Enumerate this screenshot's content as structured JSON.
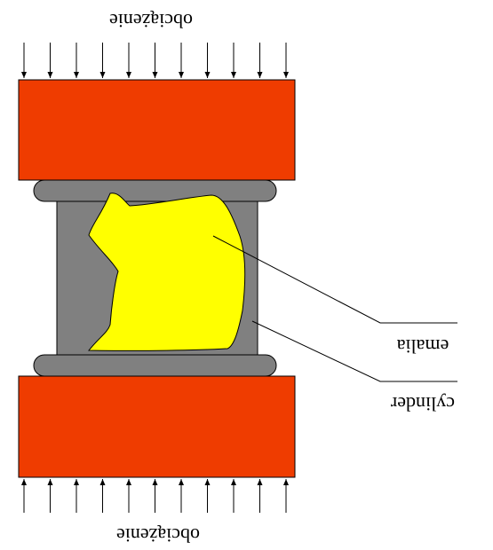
{
  "labels": {
    "top_load": "obciążenie",
    "bottom_load": "obciążenie",
    "enamel": "emalia",
    "cylinder": "cylinder"
  },
  "colors": {
    "plate": "#ef3c00",
    "cylinder": "#808080",
    "rim": "#808080",
    "enamel": "#ffff00",
    "stroke": "#000000",
    "background": "#ffffff"
  },
  "arrows": {
    "top_count": 11,
    "bottom_count": 11,
    "top_direction": "down",
    "bottom_direction": "up"
  }
}
